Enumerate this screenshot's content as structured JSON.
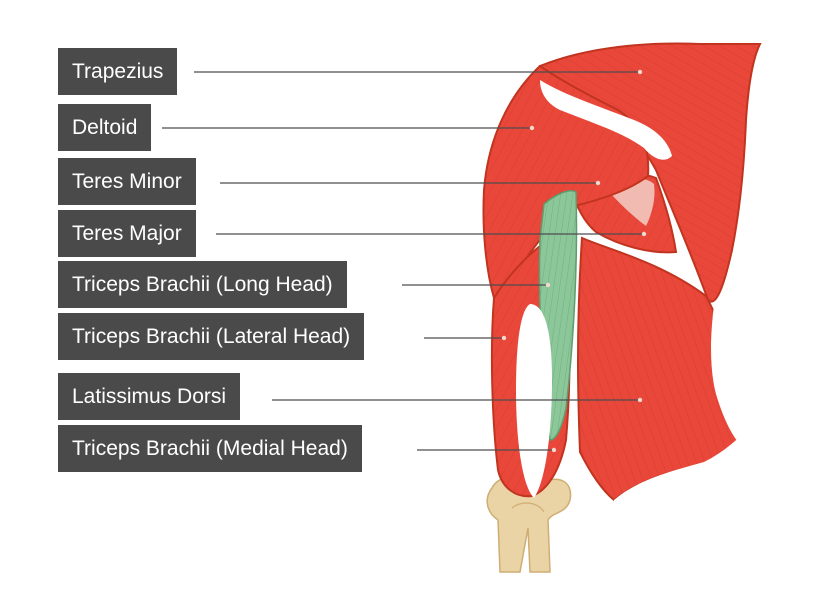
{
  "labels": [
    "Trapezius",
    "Deltoid",
    "Teres Minor",
    "Teres Major",
    "Triceps Brachii (Long Head)",
    "Triceps Brachii (Lateral Head)",
    "Latissimus Dorsi",
    "Triceps Brachii (Medial Head)"
  ],
  "colors": {
    "muscle": "#e9473a",
    "muscle_outline": "#c1341f",
    "triceps_long_head": "#8cc79a",
    "bone": "#ead3a4",
    "label_box": "#4a4a4a",
    "label_text": "#ffffff"
  }
}
